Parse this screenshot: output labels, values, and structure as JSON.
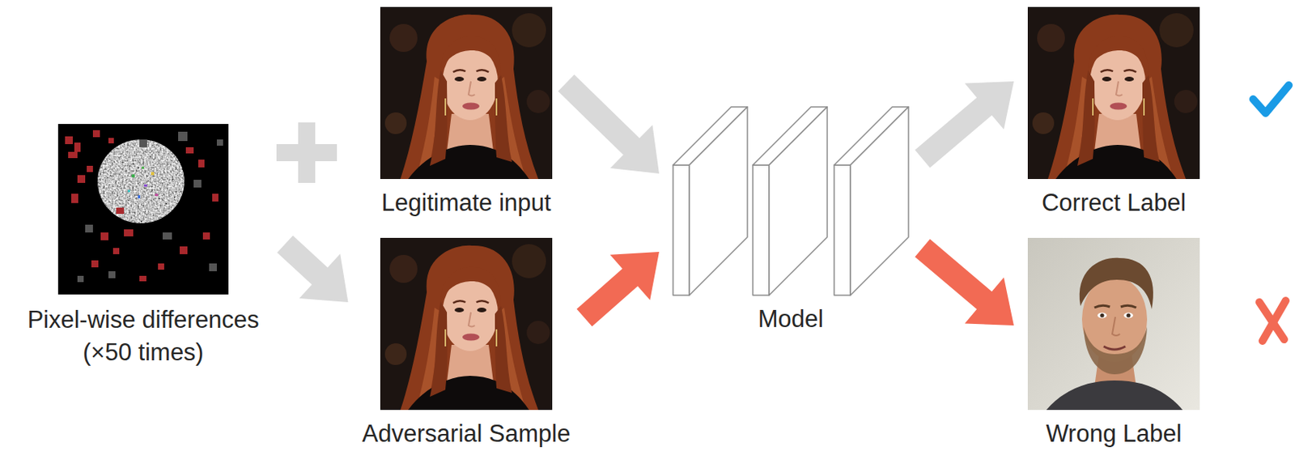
{
  "diagram": {
    "nodes": [
      {
        "text": [
          "Pixel-wise differences (×50 times)"
        ]
      },
      {
        "text": [
          "Legitimate input"
        ]
      },
      {
        "text": [
          "Adversarial Sample"
        ]
      },
      {
        "text": [
          "Model"
        ]
      },
      {
        "text": [
          "Correct Label"
        ]
      },
      {
        "text": [
          "Wrong Label"
        ]
      }
    ],
    "edges": [
      {
        "from": 0,
        "to": 2,
        "arrow": "to"
      },
      {
        "from": 1,
        "to": 3,
        "arrow": "to"
      },
      {
        "from": 2,
        "to": 3,
        "arrow": "to"
      },
      {
        "from": 3,
        "to": 4,
        "arrow": "to"
      },
      {
        "from": 3,
        "to": 5,
        "arrow": "to"
      }
    ]
  }
}
